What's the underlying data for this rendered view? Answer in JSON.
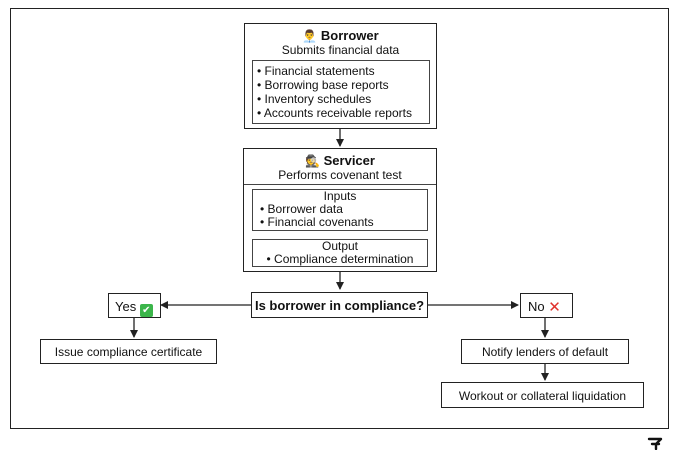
{
  "borrower": {
    "icon": "person-icon",
    "title": "Borrower",
    "subtitle": "Submits financial data",
    "items": [
      "• Financial statements",
      "• Borrowing base reports",
      "• Inventory schedules",
      "• Accounts receivable reports"
    ]
  },
  "servicer": {
    "icon": "detective-icon",
    "title": "Servicer",
    "subtitle": "Performs covenant test",
    "inputs_title": "Inputs",
    "inputs": [
      "• Borrower data",
      "• Financial covenants"
    ],
    "output_title": "Output",
    "output": "• Compliance determination"
  },
  "decision": "Is borrower in compliance?",
  "yes": {
    "label": "Yes",
    "icon": "check-icon"
  },
  "no": {
    "label": "No",
    "icon": "cross-icon"
  },
  "yes_action": "Issue compliance certificate",
  "no_actions": [
    "Notify lenders of default",
    "Workout or collateral liquidation"
  ],
  "colors": {
    "check": "#3bb54a",
    "cross": "#e0312c",
    "border": "#222222"
  }
}
